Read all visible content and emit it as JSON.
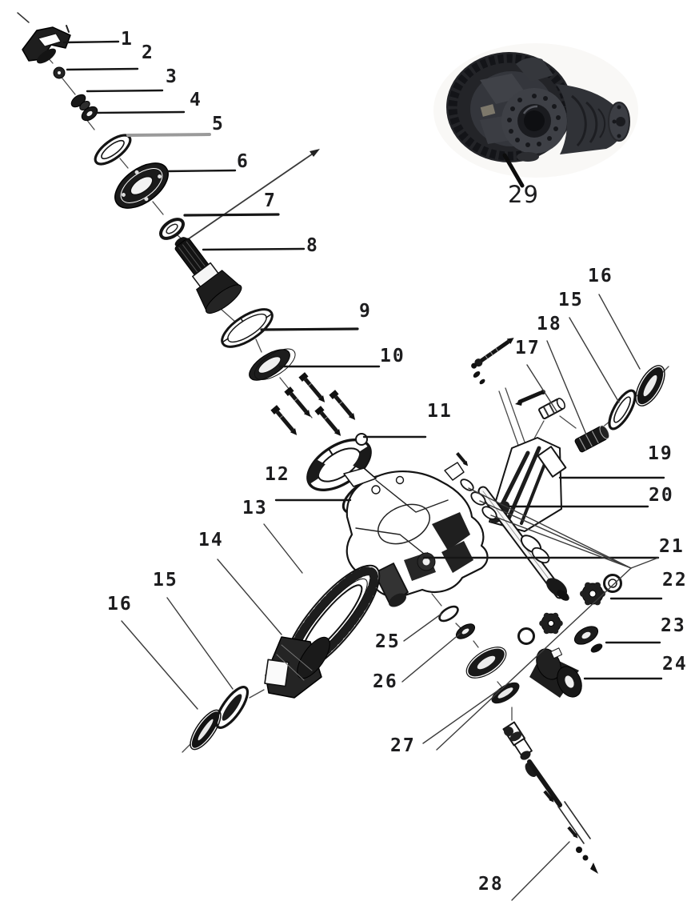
{
  "figure": {
    "kind": "exploded-parts-diagram-with-photo"
  },
  "callouts": [
    {
      "id": "1",
      "label": "1"
    },
    {
      "id": "2",
      "label": "2"
    },
    {
      "id": "3",
      "label": "3"
    },
    {
      "id": "4",
      "label": "4"
    },
    {
      "id": "5",
      "label": "5"
    },
    {
      "id": "6",
      "label": "6"
    },
    {
      "id": "7",
      "label": "7"
    },
    {
      "id": "8",
      "label": "8"
    },
    {
      "id": "9",
      "label": "9"
    },
    {
      "id": "10",
      "label": "10"
    },
    {
      "id": "11",
      "label": "11"
    },
    {
      "id": "12",
      "label": "12"
    },
    {
      "id": "13",
      "label": "13"
    },
    {
      "id": "14",
      "label": "14"
    },
    {
      "id": "15-left",
      "label": "15"
    },
    {
      "id": "16-left",
      "label": "16"
    },
    {
      "id": "15-right",
      "label": "15"
    },
    {
      "id": "16-right",
      "label": "16"
    },
    {
      "id": "17",
      "label": "17"
    },
    {
      "id": "18",
      "label": "18"
    },
    {
      "id": "19",
      "label": "19"
    },
    {
      "id": "20",
      "label": "20"
    },
    {
      "id": "21",
      "label": "21"
    },
    {
      "id": "22",
      "label": "22"
    },
    {
      "id": "23",
      "label": "23"
    },
    {
      "id": "24",
      "label": "24"
    },
    {
      "id": "25",
      "label": "25"
    },
    {
      "id": "26",
      "label": "26"
    },
    {
      "id": "27",
      "label": "27"
    },
    {
      "id": "28",
      "label": "28"
    },
    {
      "id": "29",
      "label": "29"
    }
  ],
  "colors": {
    "ink": "#161616",
    "thin_leader": "#3c3c3c",
    "gray_leader": "#9a9a9a",
    "photo_dark": "#232428",
    "photo_mid": "#35373c"
  }
}
